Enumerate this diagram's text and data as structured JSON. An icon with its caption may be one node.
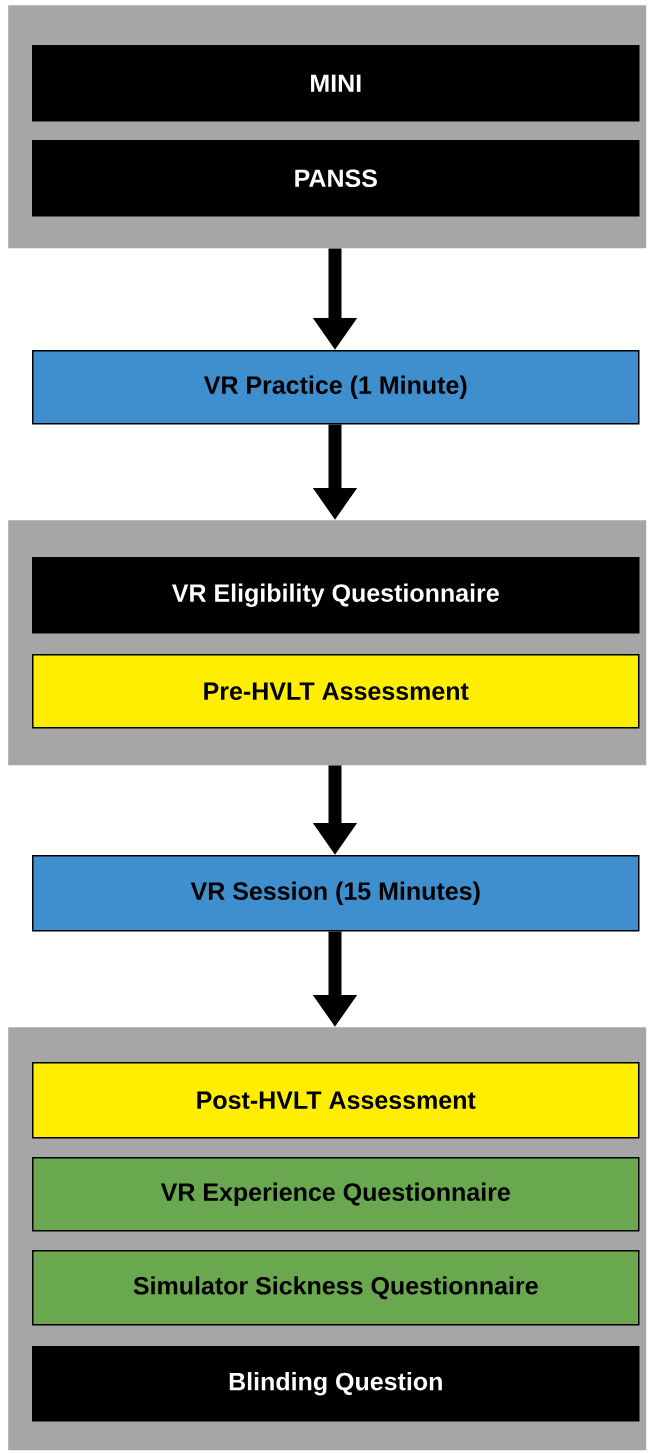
{
  "diagram": {
    "nodes": [
      {
        "text": [],
        "shape": "box"
      },
      {
        "text": [
          "MINI"
        ],
        "in": 0
      },
      {
        "text": [
          "PANSS"
        ],
        "in": 0
      },
      {
        "text": [
          "VR Practice (1 Minute)"
        ]
      },
      {
        "text": [],
        "shape": "box"
      },
      {
        "text": [
          "VR Eligibility Questionnaire"
        ],
        "in": 4
      },
      {
        "text": [
          "Pre-HVLT Assessment"
        ],
        "in": 4
      },
      {
        "text": [
          "VR Session (15 Minutes)"
        ]
      },
      {
        "text": [],
        "shape": "box"
      },
      {
        "text": [
          "Post-HVLT Assessment"
        ],
        "in": 8
      },
      {
        "text": [
          "VR Experience Questionnaire"
        ],
        "in": 8
      },
      {
        "text": [
          "Simulator Sickness Questionnaire"
        ],
        "in": 8
      },
      {
        "text": [
          "Blinding Question"
        ],
        "in": 8
      }
    ],
    "edges": [
      {
        "from": 0,
        "to": 3,
        "arrow": "to"
      },
      {
        "from": 3,
        "to": 4,
        "arrow": "to"
      },
      {
        "from": 4,
        "to": 7,
        "arrow": "to"
      },
      {
        "from": 7,
        "to": 8,
        "arrow": "to"
      }
    ]
  }
}
